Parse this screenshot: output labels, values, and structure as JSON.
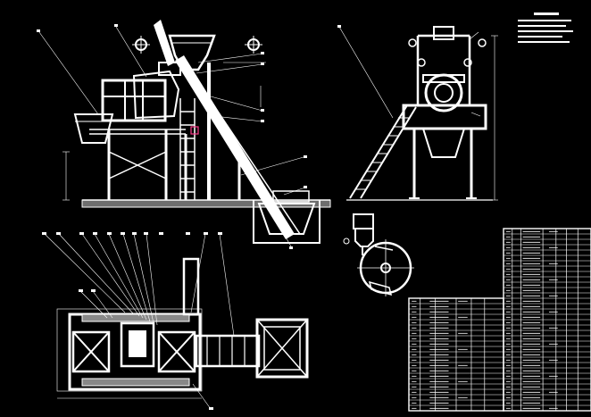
{
  "app": {
    "background": "#000000",
    "line_color": "#ffffff",
    "accent_marker": "#ff3c8c",
    "hatch_color": "#c8c8c8"
  },
  "drawing": {
    "views": [
      {
        "name": "front-elevation"
      },
      {
        "name": "side-elevation"
      },
      {
        "name": "plan-view"
      },
      {
        "name": "detail-view"
      }
    ],
    "tables": [
      {
        "name": "parts-list-right"
      },
      {
        "name": "parts-list-bottom"
      }
    ],
    "notes": {
      "name": "technical-requirements-notes"
    }
  }
}
